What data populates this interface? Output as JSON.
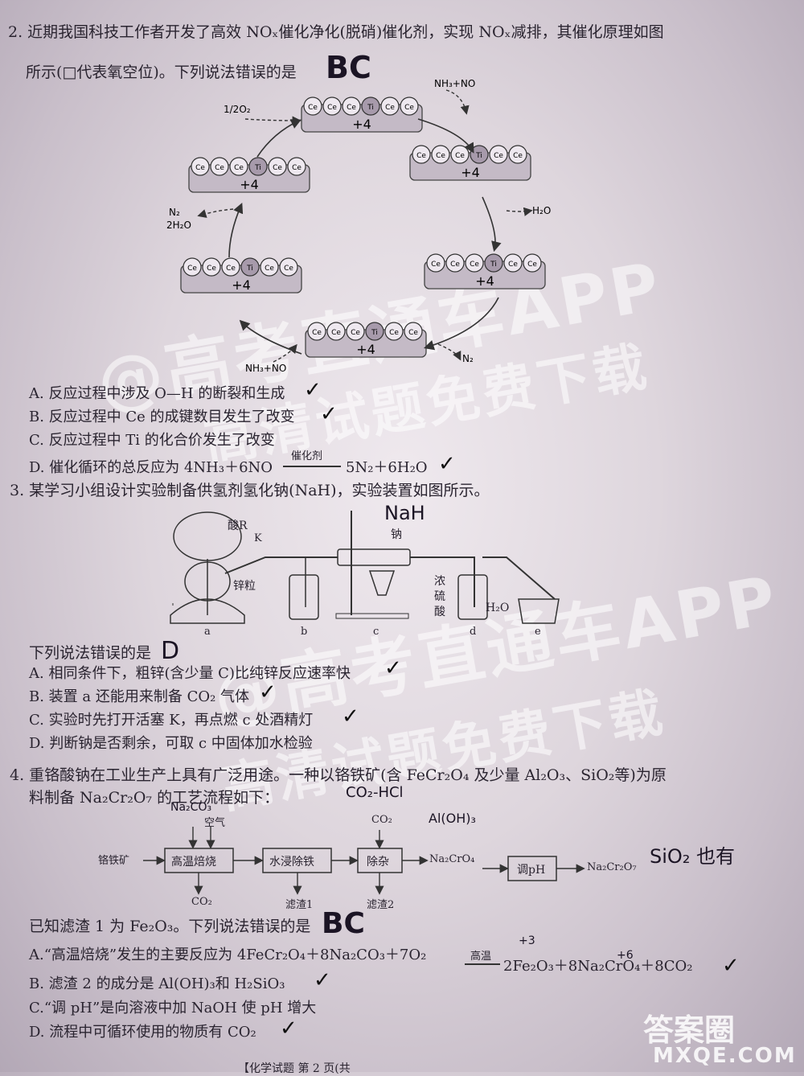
{
  "q2": {
    "stem_line1": "2. 近期我国科技工作者开发了高效 NOₓ催化净化(脱硝)催化剂，实现 NOₓ减排，其催化原理如图",
    "stem_line2": "所示(□代表氧空位)。下列说法错误的是",
    "answer_mark": "BC",
    "diagram": {
      "ce": "Ce",
      "ti": "Ti",
      "o2_label": "1/2O₂",
      "nh3_no_top": "NH₃+NO",
      "nh3_no_bottom": "NH₃+NO",
      "h2o_label": "H₂O",
      "n2_label": "N₂",
      "n2_h2o_label": "N₂",
      "h2o_label2": "2H₂O",
      "plus4": "+4"
    },
    "options": [
      "A. 反应过程中涉及 O—H 的断裂和生成",
      "B. 反应过程中 Ce 的成键数目发生了改变",
      "C. 反应过程中 Ti 的化合价发生了改变",
      "D. 催化循环的总反应为 4NH₃＋6NO",
      "5N₂＋6H₂O"
    ],
    "catalyst_label": "催化剂"
  },
  "q3": {
    "stem": "3. 某学习小组设计实验制备供氢剂氢化钠(NaH)，实验装置如图所示。",
    "hand_naH": "NaH",
    "labels": {
      "acid": "酸R",
      "k": "K",
      "zinc": "锌粒",
      "sodium": "钠",
      "conc": "浓",
      "sulfur": "硫",
      "acidc": "酸",
      "water": "H₂O",
      "a": "a",
      "b": "b",
      "c": "c",
      "d": "d",
      "e": "e"
    },
    "ask": "下列说法错误的是",
    "answer_mark": "D",
    "options": [
      "A. 相同条件下，粗锌(含少量 C)比纯锌反应速率快",
      "B. 装置 a 还能用来制备 CO₂ 气体",
      "C. 实验时先打开活塞 K，再点燃 c 处酒精灯",
      "D. 判断钠是否剩余，可取 c 中固体加水检验"
    ]
  },
  "q4": {
    "stem_line1": "4. 重铬酸钠在工业生产上具有广泛用途。一种以铬铁矿(含 FeCr₂O₄ 及少量 Al₂O₃、SiO₂等)为原",
    "stem_line2": "料制备 Na₂Cr₂O₇ 的工艺流程如下：",
    "flow": {
      "raw": "铬铁矿",
      "air": "空气",
      "box1": "高温焙烧",
      "box2": "水浸除铁",
      "box3": "除杂",
      "box4": "调pH",
      "co2_in": "CO₂",
      "co2_out": "CO₂",
      "residue1": "滤渣1",
      "residue2": "滤渣2",
      "mid": "Na₂CrO₄",
      "product": "Na₂Cr₂O₇"
    },
    "known": "已知滤渣 1 为 Fe₂O₃。下列说法错误的是",
    "answer_mark": "BC",
    "options": [
      "A.“高温焙烧”发生的主要反应为 4FeCr₂O₄＋8Na₂CO₃＋7O₂",
      "2Fe₂O₃＋8Na₂CrO₄＋8CO₂",
      "B. 滤渣 2 的成分是 Al(OH)₃和 H₂SiO₃",
      "C.“调 pH”是向溶液中加 NaOH 使 pH 增大",
      "D. 流程中可循环使用的物质有 CO₂"
    ],
    "gaowen": "高温",
    "hand_notes": [
      "SiO₂ 也有",
      "CO₂-HCl",
      "Na₂CO₃",
      "Al(OH)₃",
      "+3",
      "+6"
    ]
  },
  "watermark": [
    "@高考直通车APP",
    "高清试题免费下载"
  ],
  "footer_logo": "答案圈",
  "footer_url": "MXQE.COM",
  "footer_page": "【化学试题 第 2 页(共"
}
